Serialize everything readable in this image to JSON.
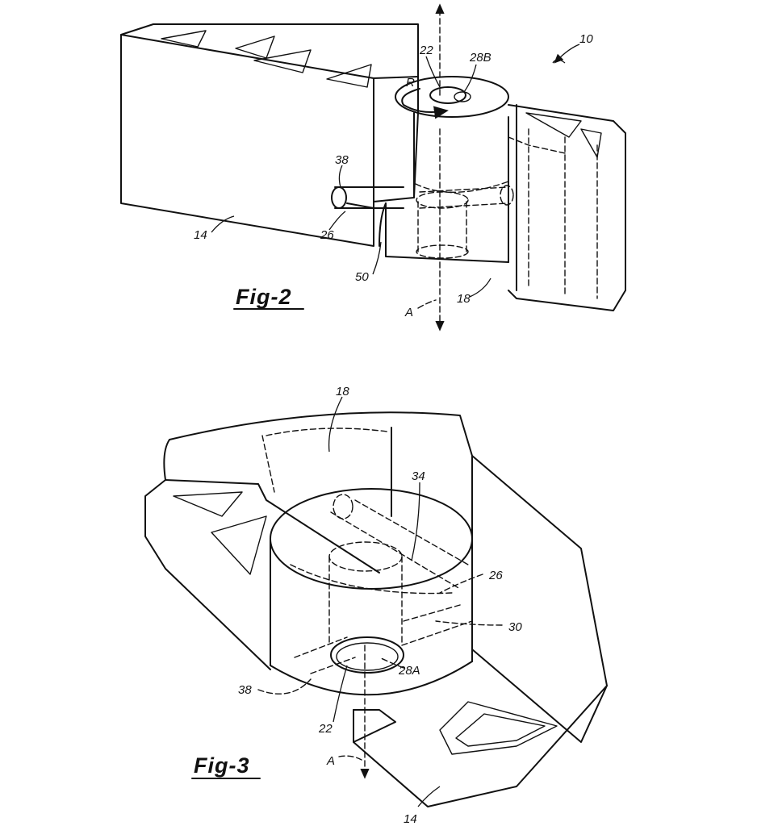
{
  "figures": [
    {
      "caption": "Fig-2",
      "labels": {
        "assembly": "10",
        "member_14": "14",
        "member_18": "18",
        "bore_22": "22",
        "pin_26": "26",
        "opening_28B": "28B",
        "cap_38": "38",
        "gap_50": "50",
        "axis_A": "A",
        "rotation_R": "R"
      }
    },
    {
      "caption": "Fig-3",
      "labels": {
        "member_18": "18",
        "member_14": "14",
        "bore_22": "22",
        "pin_26": "26",
        "opening_28A": "28A",
        "recess_30": "30",
        "slot_34": "34",
        "cap_38": "38",
        "axis_A": "A"
      }
    }
  ]
}
